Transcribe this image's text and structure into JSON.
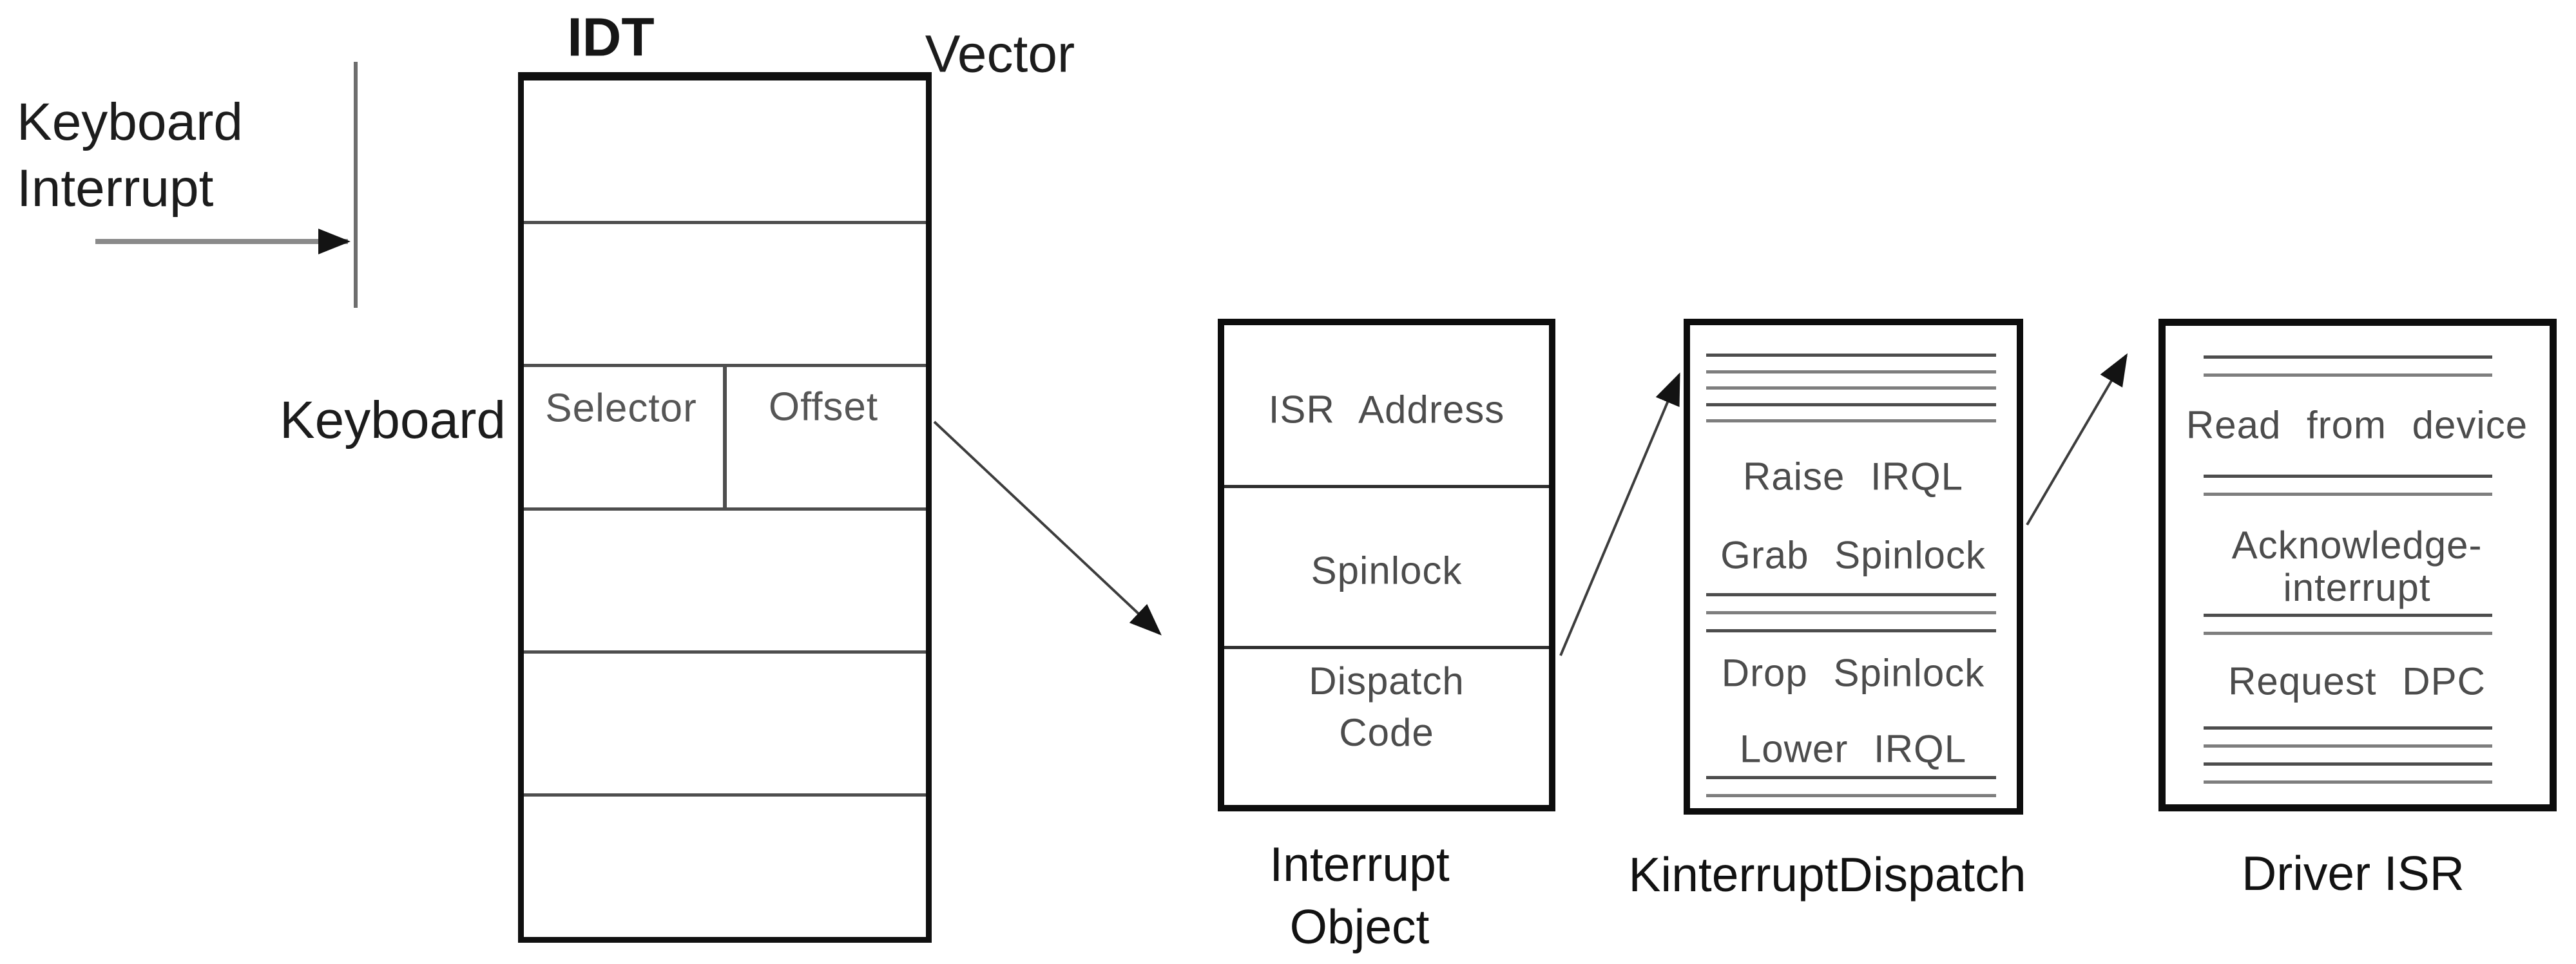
{
  "colors": {
    "background": "#ffffff",
    "text_primary": "#1c1c1c",
    "text_secondary": "#4c4c4c",
    "box_border": "#0d0d0d",
    "grid_line": "#4e4e4e",
    "rule_line": "#4d4d4d",
    "arrow_shaft": "#3d3d3d",
    "bus_line": "#6e6e6e",
    "horizontal_arrow_shaft": "#8a8a8a"
  },
  "source": {
    "label_line1": "Keyboard",
    "label_line2": "Interrupt"
  },
  "idt": {
    "title": "IDT",
    "vector_label": "Vector",
    "row_label": "Keyboard",
    "selector": "Selector",
    "offset": "Offset"
  },
  "interrupt_object": {
    "field1": "ISR Address",
    "field2": "Spinlock",
    "field3_line1": "Dispatch",
    "field3_line2": "Code",
    "caption_line1": "Interrupt",
    "caption_line2": "Object"
  },
  "kinterrupt_dispatch": {
    "caption": "KinterruptDispatch",
    "step1": "Raise IRQL",
    "step2": "Grab Spinlock",
    "step3": "Drop Spinlock",
    "step4": "Lower IRQL"
  },
  "driver_isr": {
    "caption": "Driver ISR",
    "step1": "Read from device",
    "step2_line1": "Acknowledge-",
    "step2_line2": "interrupt",
    "step3": "Request DPC"
  }
}
